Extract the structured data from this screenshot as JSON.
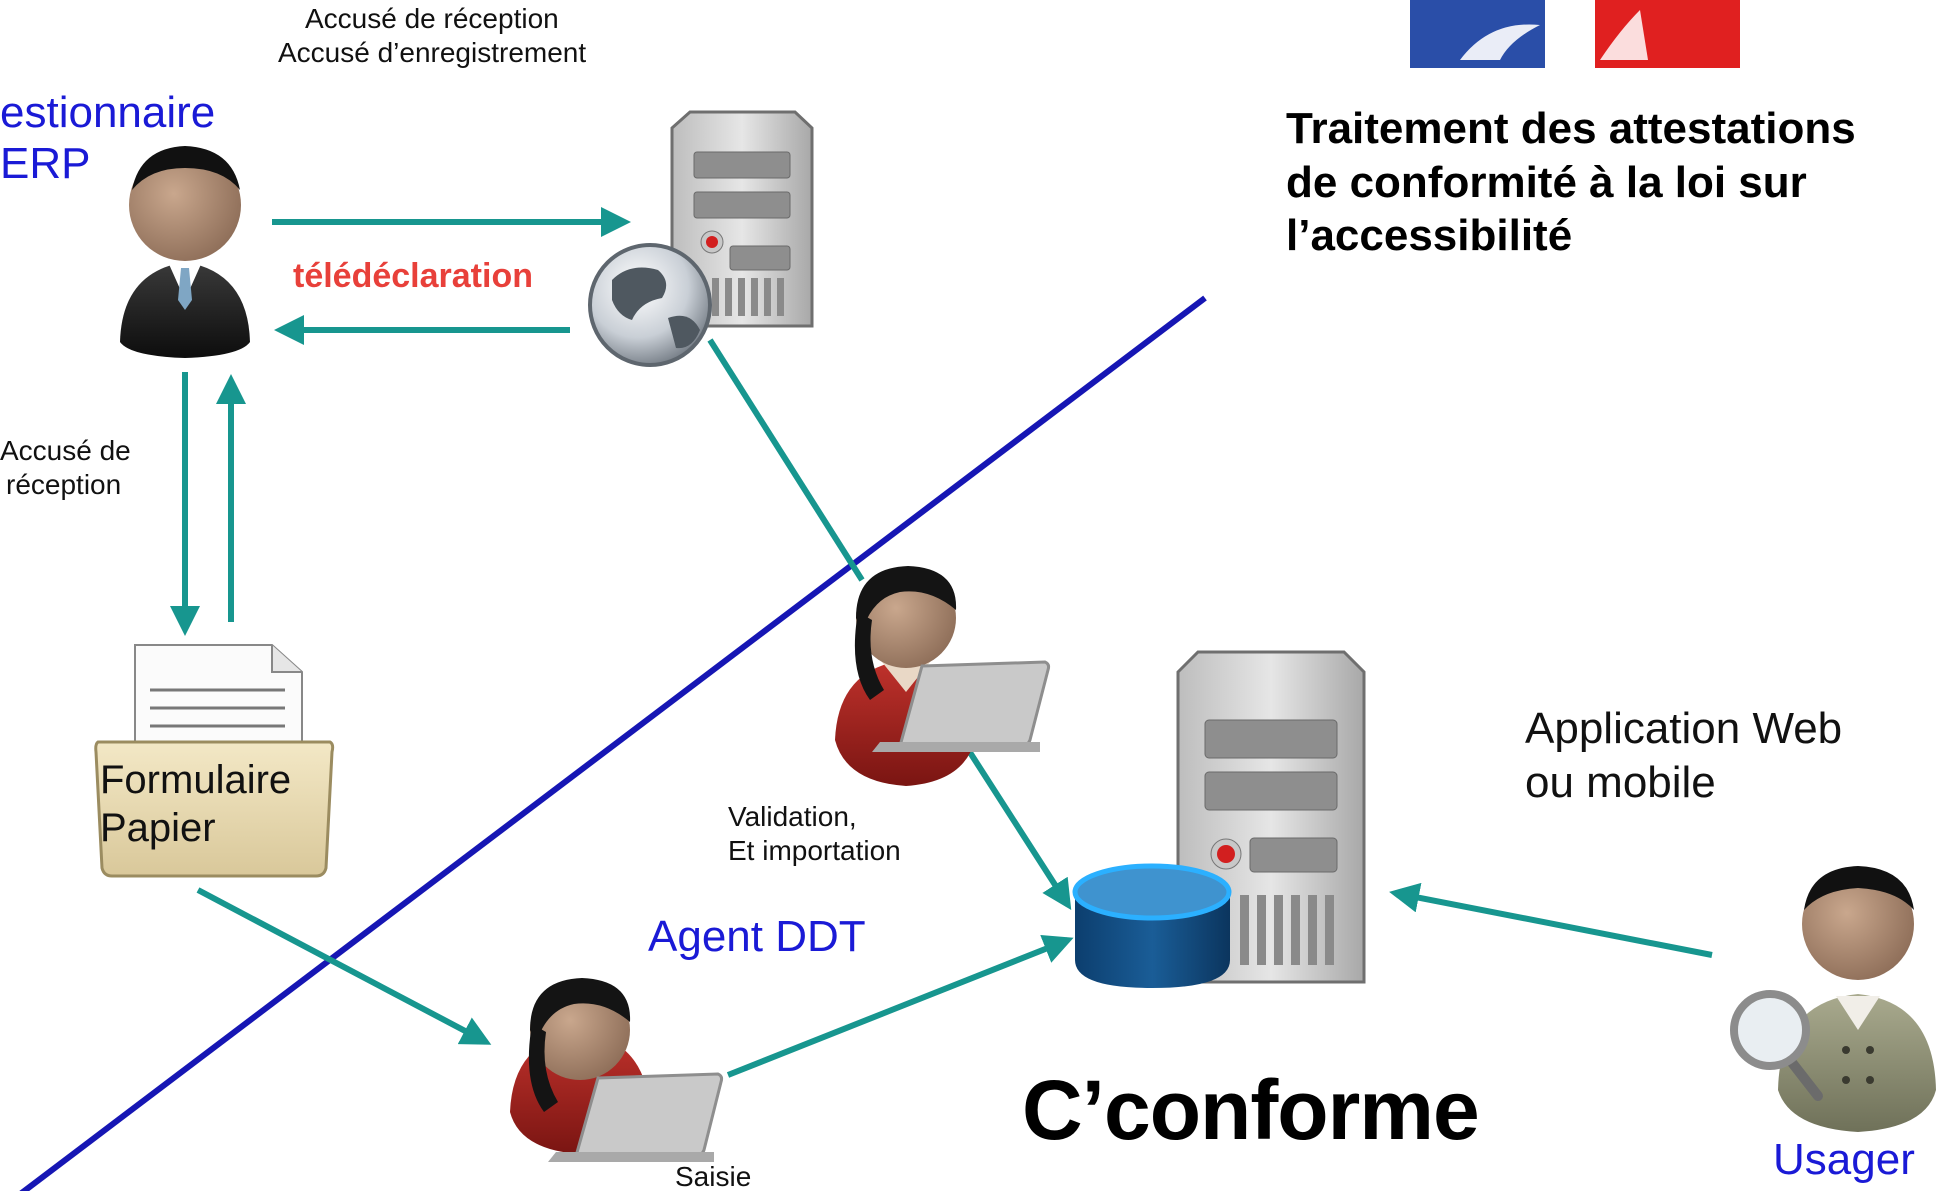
{
  "header": {
    "title_line1": "Traitement des attestations",
    "title_line2": "de conformité à la loi sur",
    "title_line3": "l’accessibilité"
  },
  "app": {
    "name": "C’conforme"
  },
  "actors": {
    "gestionnaire_line1": "estionnaire",
    "gestionnaire_line2": "ERP",
    "agent": "Agent DDT",
    "usager": "Usager"
  },
  "labels": {
    "accuse_reception_top": "Accusé de réception",
    "accuse_enregistrement": "Accusé d’enregistrement",
    "teledeclaration": "télédéclaration",
    "accuse_de": "Accusé de",
    "reception": "réception",
    "formulaire": "Formulaire",
    "papier": "Papier",
    "validation": "Validation,",
    "importation": "Et importation",
    "saisie": "Saisie",
    "app_web": "Application Web",
    "ou_mobile": "ou mobile"
  },
  "colors": {
    "arrow": "#17968f",
    "divider": "#1616b4",
    "actor_label": "#1a1ad6",
    "teledeclaration": "#e8403a",
    "logo_blue": "#2a4ea8",
    "logo_red": "#e02020"
  },
  "icons": [
    "logo-icon",
    "manager-icon",
    "web-server-icon",
    "globe-icon",
    "paper-form-icon",
    "agent-validation-icon",
    "agent-entry-icon",
    "database-server-icon",
    "database-icon",
    "user-search-icon",
    "magnifier-icon"
  ]
}
